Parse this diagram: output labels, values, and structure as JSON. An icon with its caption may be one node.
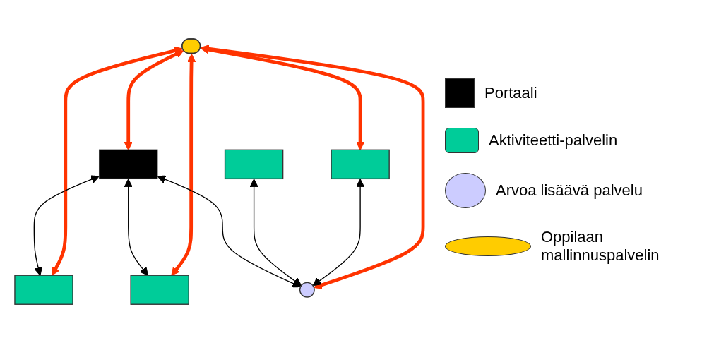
{
  "diagram": {
    "nodes": [
      {
        "text": [],
        "shape": "ellipse"
      },
      {
        "text": [],
        "shape": "box"
      },
      {
        "text": [],
        "shape": "box"
      },
      {
        "text": [],
        "shape": "box"
      },
      {
        "text": [],
        "shape": "circle"
      },
      {
        "text": [],
        "shape": "box"
      },
      {
        "text": [],
        "shape": "box"
      }
    ],
    "edges": [
      {
        "from": 0,
        "to": 5,
        "arrow": "both",
        "style": "thick",
        "color": "#ff3300"
      },
      {
        "from": 0,
        "to": 6,
        "arrow": "both",
        "style": "thick",
        "color": "#ff3300"
      },
      {
        "from": 0,
        "to": 1,
        "arrow": "both",
        "style": "thick",
        "color": "#ff3300"
      },
      {
        "from": 0,
        "to": 2,
        "arrow": "both",
        "style": "thick",
        "color": "#ff3300"
      },
      {
        "from": 0,
        "to": 4,
        "arrow": "both",
        "style": "thick",
        "color": "#ff3300"
      },
      {
        "from": 2,
        "to": 4,
        "arrow": "both",
        "color": "#000000"
      },
      {
        "from": 3,
        "to": 4,
        "arrow": "both",
        "color": "#000000"
      },
      {
        "from": 6,
        "to": 4,
        "arrow": "both",
        "color": "#000000"
      },
      {
        "from": 6,
        "to": 1,
        "arrow": "both",
        "color": "#000000"
      },
      {
        "from": 6,
        "to": 5,
        "arrow": "both",
        "color": "#000000"
      }
    ],
    "legend": [
      {
        "text": "Portaali",
        "color": "#000000"
      },
      {
        "text": "Aktiviteetti-palvelin",
        "color": "#00cc99"
      },
      {
        "text": "Arvoa lisäävä palvelu",
        "color": "#ccccff"
      },
      {
        "text": "Oppilaan mallinnuspalvelin",
        "color": "#ffcc00"
      }
    ]
  }
}
